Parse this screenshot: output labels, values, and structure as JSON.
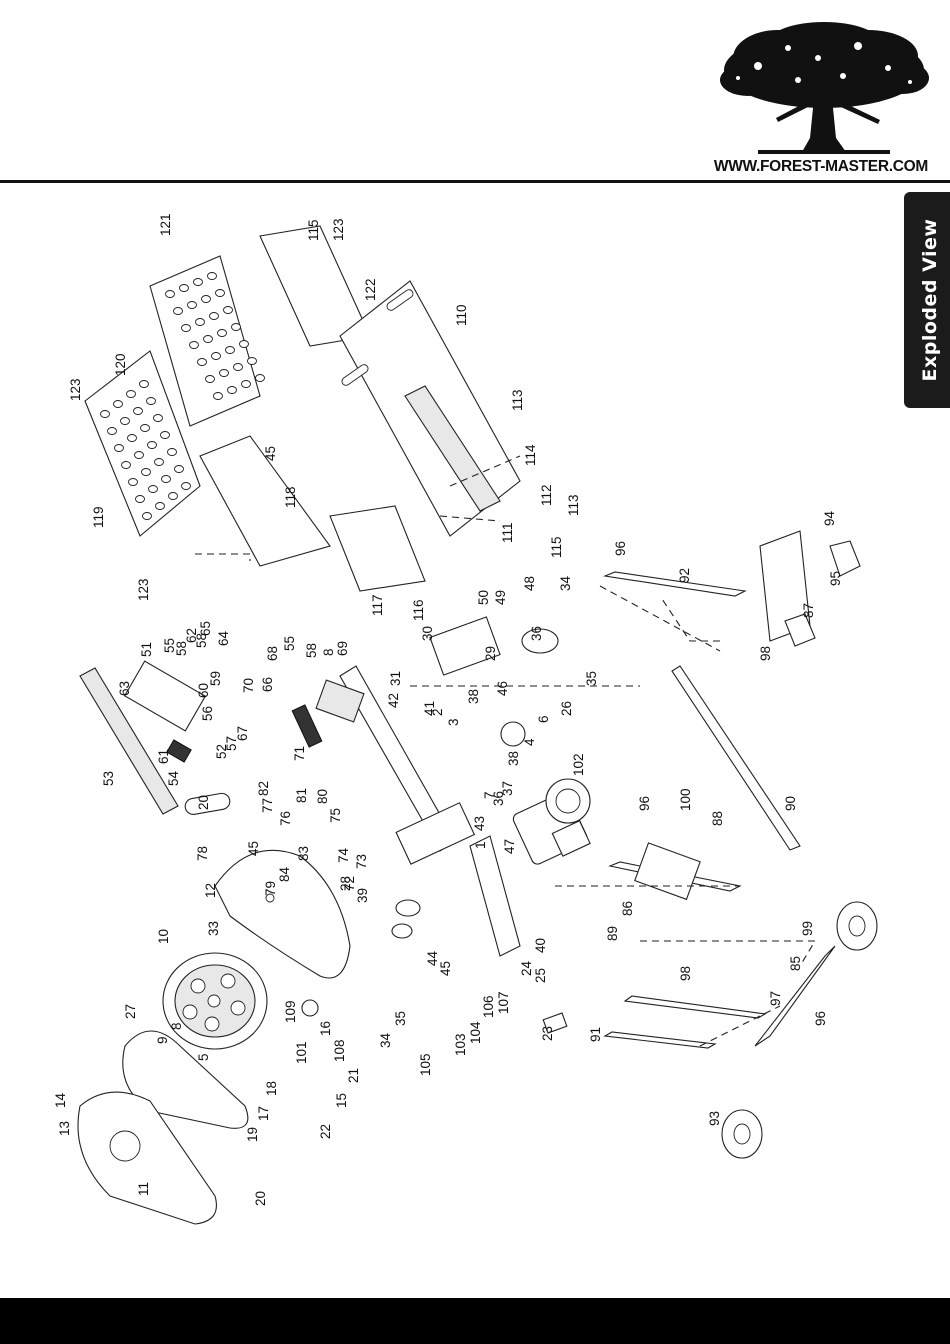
{
  "brand": {
    "website": "WWW.FOREST-MASTER.COM",
    "logo_icon": "tree-logo"
  },
  "side_tab": {
    "label": "Exploded View"
  },
  "callouts": [
    "1",
    "2",
    "3",
    "4",
    "5",
    "6",
    "7",
    "8",
    "9",
    "10",
    "11",
    "12",
    "13",
    "14",
    "15",
    "16",
    "17",
    "18",
    "19",
    "20",
    "21",
    "22",
    "23",
    "24",
    "25",
    "26",
    "27",
    "28",
    "29",
    "30",
    "31",
    "33",
    "34",
    "35",
    "36",
    "37",
    "38",
    "39",
    "40",
    "41",
    "42",
    "43",
    "44",
    "45",
    "46",
    "47",
    "48",
    "49",
    "50",
    "51",
    "52",
    "53",
    "54",
    "55",
    "56",
    "57",
    "58",
    "59",
    "60",
    "61",
    "62",
    "63",
    "64",
    "65",
    "66",
    "67",
    "68",
    "69",
    "70",
    "71",
    "72",
    "73",
    "74",
    "75",
    "76",
    "77",
    "78",
    "79",
    "80",
    "81",
    "82",
    "83",
    "84",
    "85",
    "86",
    "87",
    "88",
    "89",
    "90",
    "91",
    "92",
    "93",
    "94",
    "95",
    "96",
    "97",
    "98",
    "99",
    "100",
    "101",
    "102",
    "103",
    "104",
    "105",
    "106",
    "107",
    "108",
    "109",
    "110",
    "111",
    "112",
    "113",
    "114",
    "115",
    "116",
    "117",
    "118",
    "119",
    "120",
    "121",
    "122",
    "123"
  ],
  "colors": {
    "ink": "#111111",
    "tab_background": "#1b1b1b",
    "footer": "#000000"
  }
}
